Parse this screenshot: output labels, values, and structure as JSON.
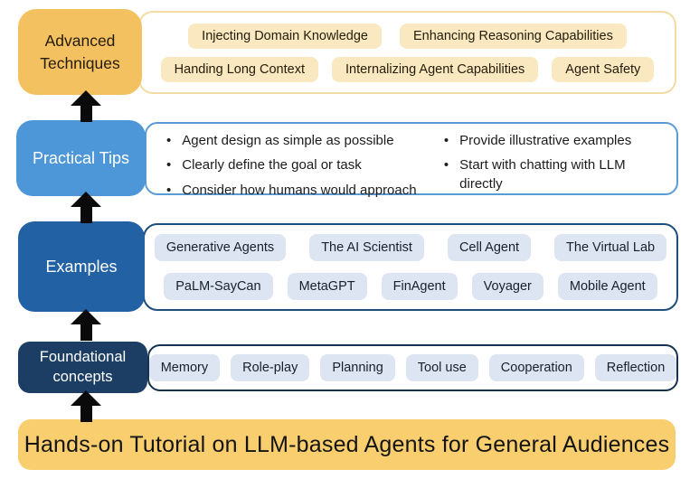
{
  "title_banner": {
    "text": "Hands-on Tutorial on LLM-based Agents for General Audiences"
  },
  "layers": {
    "advanced": {
      "label": "Advanced Techniques",
      "rows": [
        [
          "Injecting Domain Knowledge",
          "Enhancing Reasoning Capabilities"
        ],
        [
          "Handing Long Context",
          "Internalizing Agent Capabilities",
          "Agent Safety"
        ]
      ]
    },
    "practical": {
      "label": "Practical Tips",
      "bullet": "•",
      "columns": [
        [
          "Agent design as simple as possible",
          "Clearly define the goal or task",
          "Consider how humans would approach"
        ],
        [
          "Provide illustrative examples",
          "Start with chatting with LLM directly"
        ]
      ]
    },
    "examples": {
      "label": "Examples",
      "rows": [
        [
          "Generative Agents",
          "The AI Scientist",
          "Cell Agent",
          "The Virtual Lab"
        ],
        [
          "PaLM-SayCan",
          "MetaGPT",
          "FinAgent",
          "Voyager",
          "Mobile Agent"
        ]
      ]
    },
    "foundational": {
      "label": "Foundational concepts",
      "chips": [
        "Memory",
        "Role-play",
        "Planning",
        "Tool use",
        "Cooperation",
        "Reflection"
      ]
    }
  },
  "colors": {
    "gold_box": "#F4C161",
    "gold_chip": "#FAE9C0",
    "gold_border": "#F3DCA4",
    "banner_gold": "#F8CE6E",
    "practical_blue": "#4D96D8",
    "practical_border": "#5B9BD5",
    "examples_blue": "#2161A4",
    "examples_border": "#1F4E79",
    "foundational_navy": "#1D3E64",
    "foundational_border": "#16324F",
    "chip_blue": "#DCE5F1",
    "arrow_black": "#0A0A0A"
  }
}
